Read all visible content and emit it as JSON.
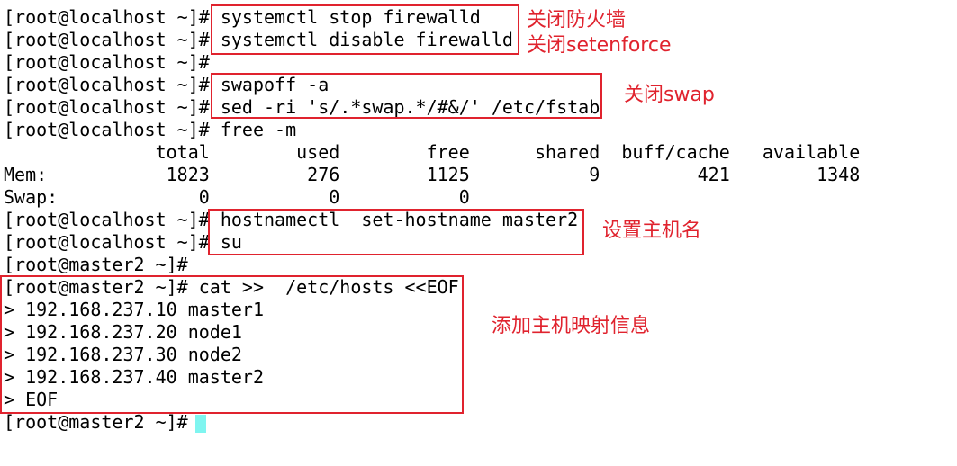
{
  "terminal": {
    "lines": [
      "[root@localhost ~]# systemctl stop firewalld",
      "[root@localhost ~]# systemctl disable firewalld",
      "[root@localhost ~]#",
      "[root@localhost ~]# swapoff -a",
      "[root@localhost ~]# sed -ri 's/.*swap.*/#&/' /etc/fstab",
      "[root@localhost ~]# free -m",
      "              total        used        free      shared  buff/cache   available",
      "Mem:           1823         276        1125           9         421        1348",
      "Swap:             0           0           0",
      "[root@localhost ~]# hostnamectl  set-hostname master2",
      "[root@localhost ~]# su",
      "[root@master2 ~]#",
      "[root@master2 ~]# cat >>  /etc/hosts <<EOF",
      "> 192.168.237.10 master1",
      "> 192.168.237.20 node1",
      "> 192.168.237.30 node2",
      "> 192.168.237.40 master2",
      "> EOF",
      "[root@master2 ~]# "
    ]
  },
  "annotations": {
    "firewall": "关闭防火墙",
    "selinux": "关闭setenforce",
    "swap": "关闭swap",
    "hostname": "设置主机名",
    "hosts": "添加主机映射信息"
  },
  "colors": {
    "annotation": "#e0232e",
    "cursor": "#7ff5f0",
    "text": "#000000",
    "background": "#ffffff"
  }
}
